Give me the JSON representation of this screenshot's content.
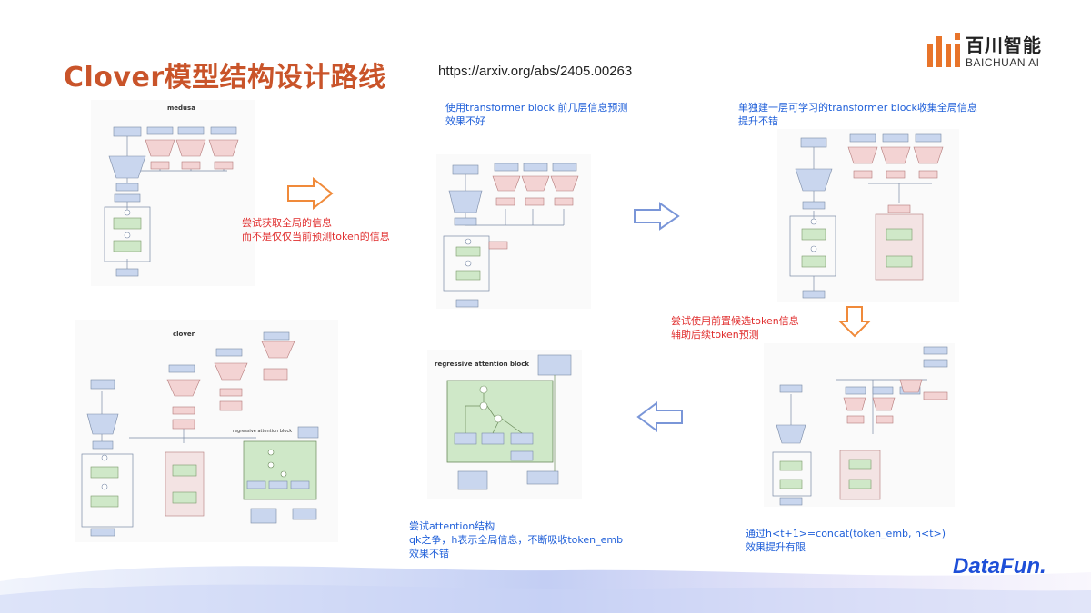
{
  "header": {
    "title": "Clover模型结构设计路线",
    "url": "https://arxiv.org/abs/2405.00263"
  },
  "logo": {
    "cn": "百川智能",
    "en": "BAICHUAN AI"
  },
  "panels": {
    "medusa": {
      "label": "medusa"
    },
    "clover": {
      "label": "clover",
      "sub_label": "regressive attention block"
    },
    "rab": {
      "label": "regressive attention block"
    }
  },
  "notes": {
    "step1": [
      "尝试获取全局的信息",
      "而不是仅仅当前预测token的信息"
    ],
    "step2": [
      "使用transformer block 前几层信息预测",
      "效果不好"
    ],
    "step3": [
      "单独建一层可学习的transformer block收集全局信息",
      "提升不错"
    ],
    "step4": [
      "尝试使用前置候选token信息",
      "辅助后续token预测"
    ],
    "step5": [
      "通过h<t+1>=concat(token_emb, h<t>)",
      "效果提升有限"
    ],
    "step6": [
      "尝试attention结构",
      "qk之争，h表示全局信息，不断吸收token_emb",
      "效果不错"
    ]
  },
  "footer": {
    "brand": "DataFun."
  },
  "colors": {
    "title": "#c9542a",
    "red_note": "#e02e2e",
    "blue_note": "#1f5fd9",
    "node_blue": "#c9d6ee",
    "node_pink": "#f3d3d3",
    "node_green": "#cfe8c8"
  }
}
